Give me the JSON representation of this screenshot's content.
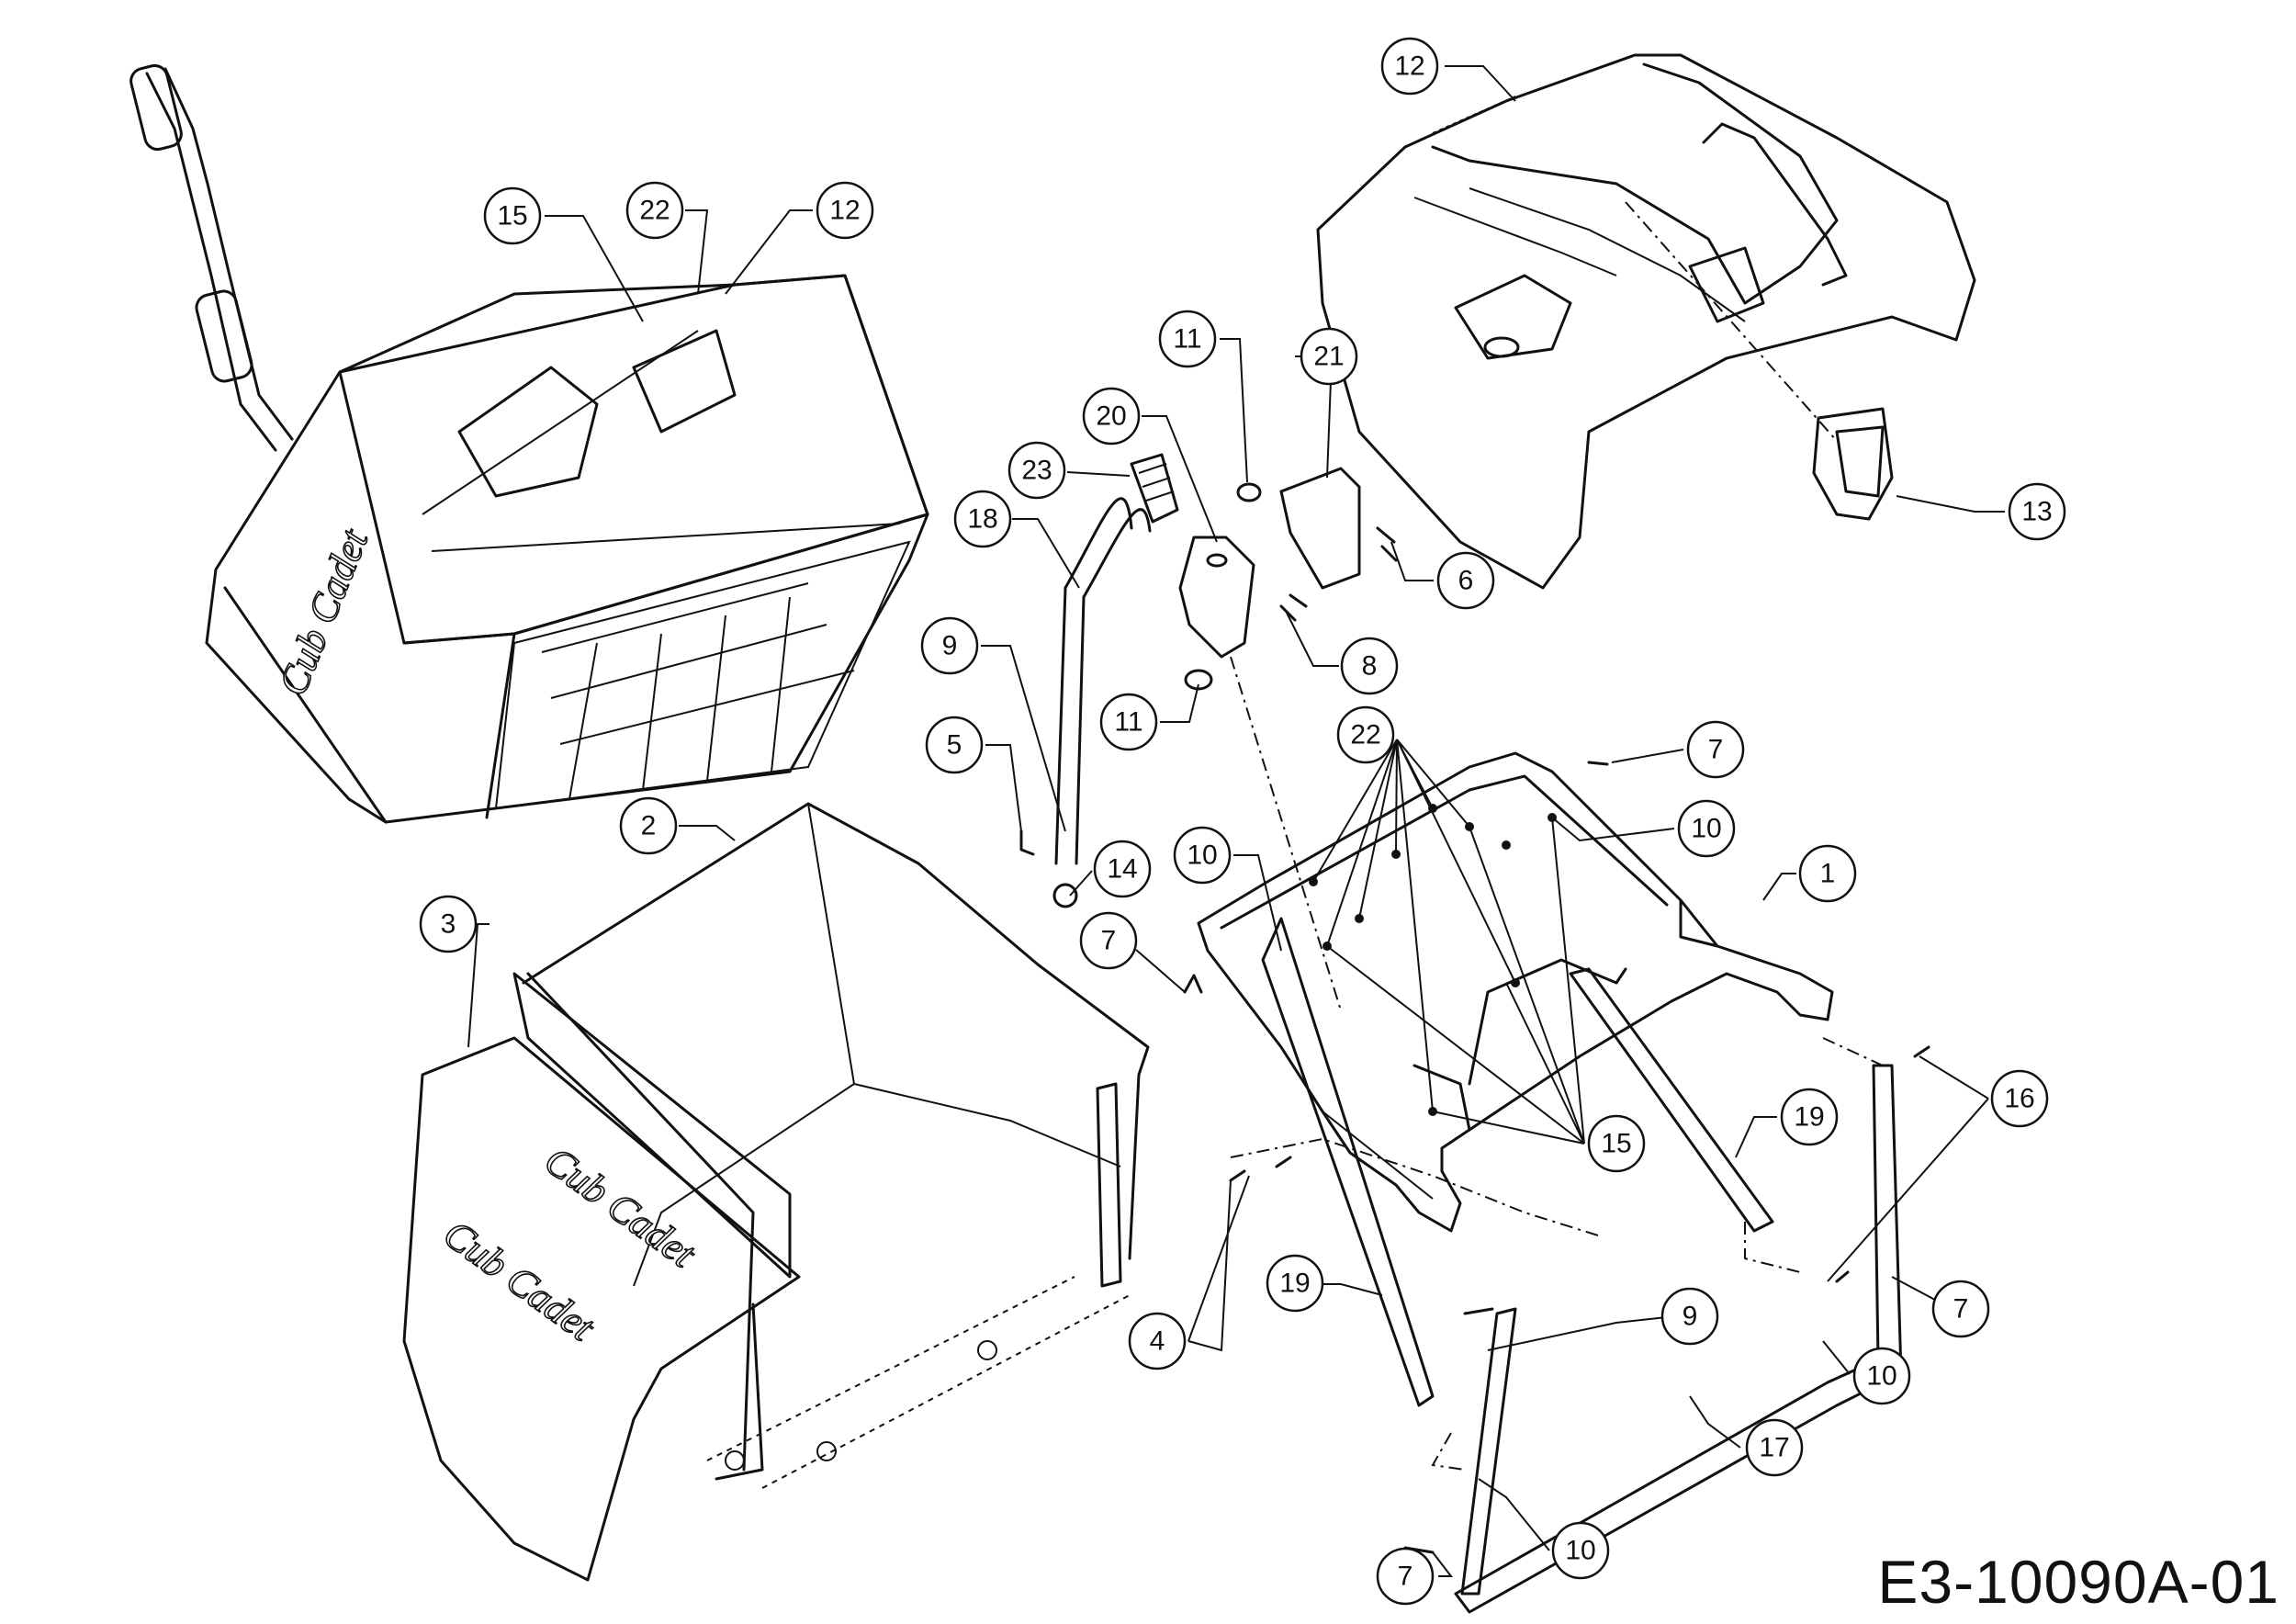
{
  "drawing_id": "E3-10090A-01",
  "brand_mark": "Cub Cadet",
  "callouts": [
    "12",
    "15",
    "22",
    "12",
    "11",
    "21",
    "20",
    "23",
    "18",
    "13",
    "6",
    "9",
    "8",
    "11",
    "22",
    "7",
    "5",
    "10",
    "10",
    "14",
    "1",
    "2",
    "3",
    "7",
    "16",
    "15",
    "19",
    "4",
    "19",
    "9",
    "7",
    "10",
    "17",
    "10",
    "7"
  ],
  "parts": {
    "assembled_bag": "grass-catcher-assembly",
    "frame": "bag-frame",
    "cover": "top-cover",
    "bag_panel": "bag-panel",
    "bag_liner": "bag-liner"
  }
}
